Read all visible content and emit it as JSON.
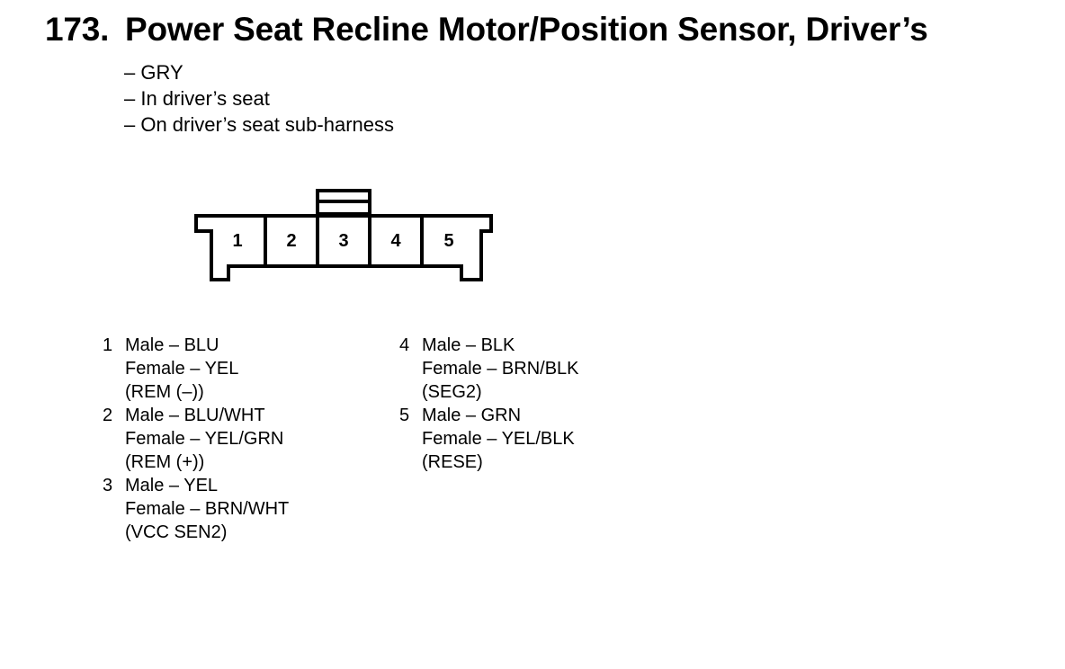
{
  "header": {
    "number": "173.",
    "title": "Power Seat Recline Motor/Position Sensor, Driver’s"
  },
  "notes": [
    "– GRY",
    "– In driver’s seat",
    "– On driver’s seat sub-harness"
  ],
  "connector": {
    "cavities": [
      "1",
      "2",
      "3",
      "4",
      "5"
    ]
  },
  "pins_left": [
    {
      "number": "1",
      "male": "Male – BLU",
      "female": "Female – YEL",
      "signal": "(REM (–))"
    },
    {
      "number": "2",
      "male": "Male – BLU/WHT",
      "female": "Female – YEL/GRN",
      "signal": "(REM (+))"
    },
    {
      "number": "3",
      "male": "Male – YEL",
      "female": "Female – BRN/WHT",
      "signal": "(VCC SEN2)"
    }
  ],
  "pins_right": [
    {
      "number": "4",
      "male": "Male – BLK",
      "female": "Female – BRN/BLK",
      "signal": "(SEG2)"
    },
    {
      "number": "5",
      "male": "Male – GRN",
      "female": "Female – YEL/BLK",
      "signal": "(RESE)"
    }
  ]
}
